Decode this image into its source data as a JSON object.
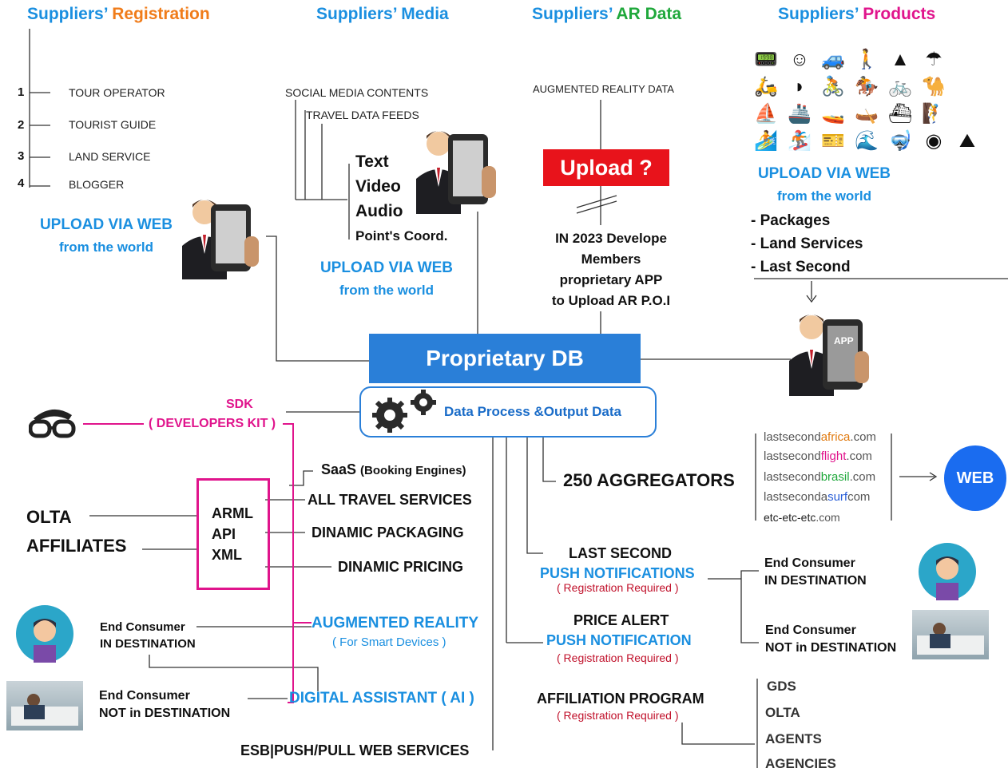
{
  "headers": {
    "registration_a": "Suppliers’ ",
    "registration_b": "Registration",
    "media": "Suppliers’ Media",
    "ar_a": "Suppliers’ ",
    "ar_b": "AR Data",
    "products_a": "Suppliers’ ",
    "products_b": "Products"
  },
  "registration": {
    "items": [
      {
        "num": "1",
        "label": "TOUR OPERATOR"
      },
      {
        "num": "2",
        "label": "TOURIST GUIDE"
      },
      {
        "num": "3",
        "label": "LAND SERVICE"
      },
      {
        "num": "4",
        "label": "BLOGGER"
      }
    ],
    "cta_line1": "UPLOAD VIA WEB",
    "cta_line2": "from the world"
  },
  "media": {
    "feed1": "SOCIAL MEDIA CONTENTS",
    "feed2": "TRAVEL DATA FEEDS",
    "types": [
      "Text",
      "Video",
      "Audio",
      "Point's Coord."
    ],
    "cta_line1": "UPLOAD VIA WEB",
    "cta_line2": "from the world"
  },
  "ar": {
    "label": "AUGMENTED REALITY DATA",
    "upload": "Upload ?",
    "note_lines": [
      "IN 2023 Develope",
      "Members",
      "proprietary APP",
      "to Upload AR P.O.I"
    ]
  },
  "products": {
    "icons": [
      "gps-icon",
      "boat-face-icon",
      "jeep-icon",
      "hiker-icon",
      "tent-icon",
      "paraglider-icon",
      "scooter-icon",
      "kite-icon",
      "cyclist-icon",
      "horse-rider-icon",
      "bicycle-icon",
      "camel-icon",
      "sailboat-icon",
      "cruise-ship-icon",
      "speedboat-icon",
      "kayak-icon",
      "jetski-icon",
      "climber-icon",
      "windsurf-icon",
      "snowboard-icon",
      "ticket-icon",
      "surfer-icon",
      "diver-icon",
      "snorkel-icon",
      "rock-climb-icon"
    ],
    "cta_line1": "UPLOAD VIA WEB",
    "cta_line2": "from the world",
    "list": [
      "- Packages",
      "- Land Services",
      "- Last Second"
    ],
    "app_label": "APP"
  },
  "core": {
    "db": "Proprietary DB",
    "process": "Data Process &Output Data"
  },
  "sdk": {
    "line1": "SDK",
    "line2": "( DEVELOPERS KIT )"
  },
  "olta": {
    "line1": "OLTA",
    "line2": "AFFILIATES",
    "box": [
      "ARML",
      "API",
      "XML"
    ]
  },
  "services": {
    "saas_a": "SaaS ",
    "saas_b": "(Booking Engines)",
    "all_travel": "ALL TRAVEL SERVICES",
    "packaging": "DINAMIC PACKAGING",
    "pricing": "DINAMIC PRICING",
    "ar": "AUGMENTED REALITY",
    "ar_sub": "( For Smart Devices )",
    "assistant": "DIGITAL ASSISTANT ( AI )",
    "esb": "ESB|PUSH/PULL WEB SERVICES"
  },
  "consumers": {
    "left_in_line1": "End Consumer",
    "left_in_line2": "IN DESTINATION",
    "left_out_line1": "End Consumer",
    "left_out_line2": "NOT in DESTINATION",
    "right_in_line1": "End Consumer",
    "right_in_line2": "IN DESTINATION",
    "right_out_line1": "End Consumer",
    "right_out_line2": "NOT in DESTINATION"
  },
  "aggregators": {
    "title": "250 AGGREGATORS",
    "sites": [
      {
        "a": "lastsecond",
        "b": "africa",
        "c": ".com",
        "color": "#e07a10"
      },
      {
        "a": "lastsecond",
        "b": "flight",
        "c": ".com",
        "color": "#e0148c"
      },
      {
        "a": "lastsecond",
        "b": "brasil",
        "c": ".com",
        "color": "#1fa83b"
      },
      {
        "a": "lastseconda",
        "b": "surf",
        "c": "com",
        "color": "#2a5fd8"
      },
      {
        "a": "etc-etc-etc",
        "b": "",
        "c": ".com",
        "color": "#555555"
      }
    ],
    "web": "WEB"
  },
  "notifications": {
    "last_second": "LAST SECOND",
    "push1": "PUSH NOTIFICATIONS",
    "reg1": "( Registration Required )",
    "price_alert": "PRICE ALERT",
    "push2": "PUSH NOTIFICATION",
    "reg2": "( Registration Required )",
    "affiliation": "AFFILIATION PROGRAM",
    "reg3": "( Registration Required )"
  },
  "channels": [
    "GDS",
    "OLTA",
    "AGENTS",
    "AGENCIES"
  ]
}
